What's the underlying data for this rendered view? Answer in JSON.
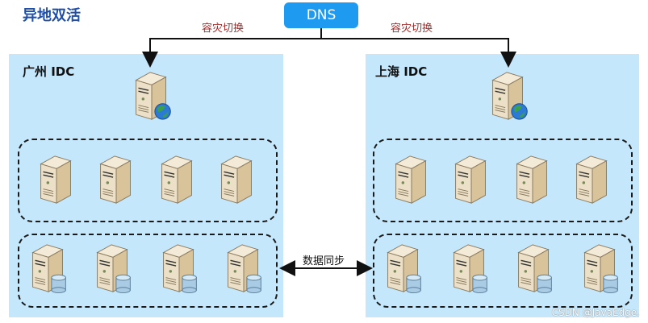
{
  "title": "异地双活",
  "dns": {
    "label": "DNS",
    "color": "#1f9af1"
  },
  "failover_left": "容灾切换",
  "failover_right": "容灾切换",
  "idcs": [
    {
      "label": "广州 IDC",
      "gateway": {
        "icon": "web-server-icon"
      },
      "app_servers": [
        {
          "icon": "server-icon"
        },
        {
          "icon": "server-icon"
        },
        {
          "icon": "server-icon"
        },
        {
          "icon": "server-icon"
        }
      ],
      "db_servers": [
        {
          "icon": "database-server-icon"
        },
        {
          "icon": "database-server-icon"
        },
        {
          "icon": "database-server-icon"
        },
        {
          "icon": "database-server-icon"
        }
      ]
    },
    {
      "label": "上海 IDC",
      "gateway": {
        "icon": "web-server-icon"
      },
      "app_servers": [
        {
          "icon": "server-icon"
        },
        {
          "icon": "server-icon"
        },
        {
          "icon": "server-icon"
        },
        {
          "icon": "server-icon"
        }
      ],
      "db_servers": [
        {
          "icon": "database-server-icon"
        },
        {
          "icon": "database-server-icon"
        },
        {
          "icon": "database-server-icon"
        },
        {
          "icon": "database-server-icon"
        }
      ]
    }
  ],
  "sync_label": "数据同步",
  "watermark": "CSDN @JavaEdge.",
  "colors": {
    "idc_bg": "#c5e7fb",
    "title": "#1f4fa8",
    "failover_text": "#a52a2a"
  }
}
